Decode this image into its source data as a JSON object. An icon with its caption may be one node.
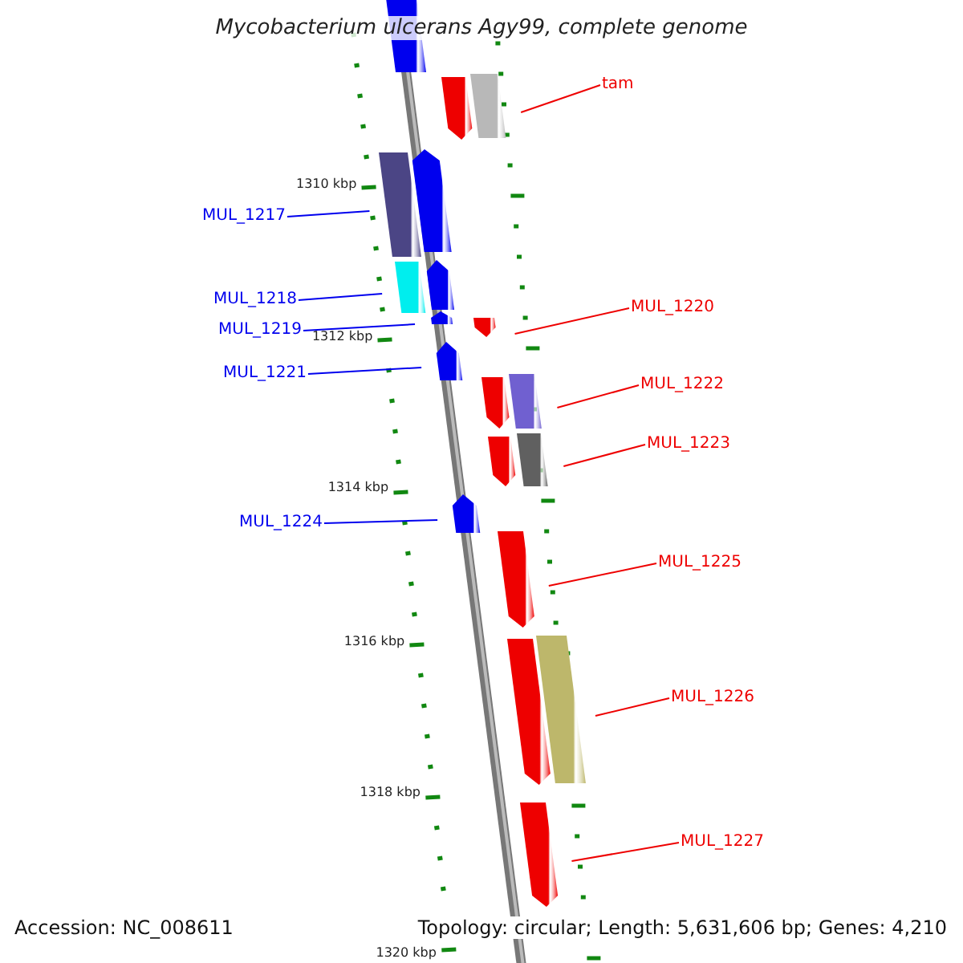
{
  "diagram": {
    "title": "Mycobacterium ulcerans Agy99, complete genome",
    "nodes": [
      {
        "text": [],
        "shape": "bar"
      },
      {
        "text": [],
        "shape": "bar"
      },
      {
        "text": [],
        "shape": "bar"
      },
      {
        "text": [
          "tam"
        ]
      },
      {
        "text": [],
        "shape": "bar"
      },
      {
        "text": [],
        "shape": "bar"
      },
      {
        "text": [
          "MUL_1217"
        ]
      },
      {
        "text": [],
        "shape": "bar"
      },
      {
        "text": [],
        "shape": "bar"
      },
      {
        "text": [
          "MUL_1218"
        ]
      },
      {
        "text": [
          "MUL_1220"
        ]
      },
      {
        "text": [],
        "shape": "bar"
      },
      {
        "text": [],
        "shape": "bar"
      },
      {
        "text": [
          "MUL_1219"
        ]
      },
      {
        "text": [],
        "shape": "bar"
      },
      {
        "text": [
          "MUL_1221"
        ]
      },
      {
        "text": [],
        "shape": "bar"
      },
      {
        "text": [],
        "shape": "bar"
      },
      {
        "text": [
          "MUL_1222"
        ]
      },
      {
        "text": [],
        "shape": "bar"
      },
      {
        "text": [],
        "shape": "bar"
      },
      {
        "text": [
          "MUL_1223"
        ]
      },
      {
        "text": [],
        "shape": "bar"
      },
      {
        "text": [
          "MUL_1224"
        ]
      },
      {
        "text": [],
        "shape": "bar"
      },
      {
        "text": [
          "MUL_1225"
        ]
      },
      {
        "text": [],
        "shape": "bar"
      },
      {
        "text": [],
        "shape": "bar"
      },
      {
        "text": [
          "MUL_1226"
        ]
      },
      {
        "text": [],
        "shape": "bar"
      },
      {
        "text": [
          "MUL_1227"
        ]
      }
    ],
    "edges": [
      {
        "from": 3,
        "to": 1,
        "arrow": "none"
      },
      {
        "from": 6,
        "to": 5,
        "arrow": "none",
        "color": "#0000ee"
      },
      {
        "from": 9,
        "to": 7,
        "arrow": "none",
        "color": "#0000ee"
      },
      {
        "from": 13,
        "to": 11,
        "arrow": "none",
        "color": "#0000ee"
      },
      {
        "from": 10,
        "to": 12,
        "arrow": "none"
      },
      {
        "from": 15,
        "to": 14,
        "arrow": "none",
        "color": "#0000ee"
      },
      {
        "from": 18,
        "to": 16,
        "arrow": "none"
      },
      {
        "from": 21,
        "to": 19,
        "arrow": "none"
      },
      {
        "from": 23,
        "to": 22,
        "arrow": "none",
        "color": "#0000ee"
      },
      {
        "from": 25,
        "to": 24,
        "arrow": "none"
      },
      {
        "from": 28,
        "to": 26,
        "arrow": "none"
      },
      {
        "from": 30,
        "to": 29,
        "arrow": "none"
      }
    ],
    "labels": [
      "1310 kbp",
      "1312 kbp",
      "1314 kbp",
      "1316 kbp",
      "1318 kbp",
      "1320 kbp",
      "Accession: NC_008611",
      "Topology: circular; Length: 5,631,606 bp; Genes: 4,210"
    ]
  }
}
